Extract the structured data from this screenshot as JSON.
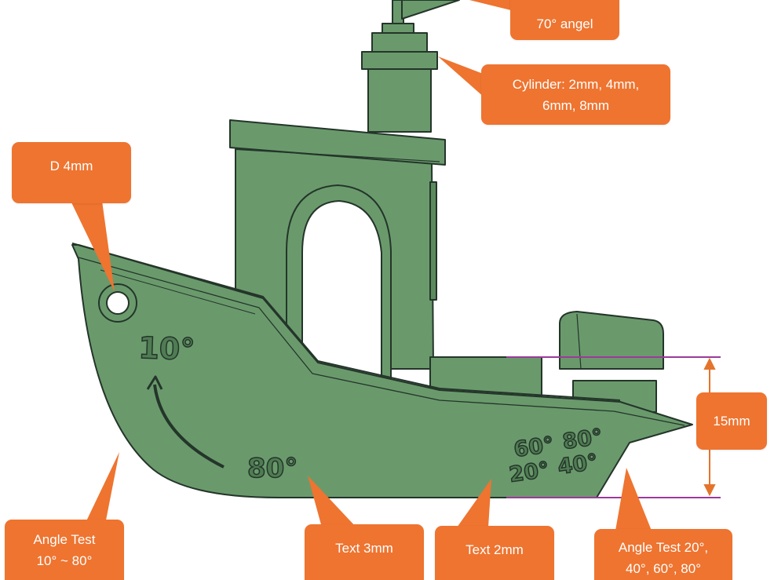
{
  "colors": {
    "hull": "#6a9a6c",
    "hull_dark": "#5b8a5d",
    "outline": "#24352a",
    "callout": "#ee7430",
    "callout_text": "#ffffff",
    "guide_line": "#9b3a9b",
    "arrow": "#e4742c"
  },
  "callouts": {
    "top": "70° angel",
    "cylinder": "Cylinder: 2mm, 4mm,\n6mm, 8mm",
    "hole": "D 4mm",
    "height": "15mm",
    "angle_left": "Angle Test\n10° ~ 80°",
    "text3": "Text 3mm",
    "text2": "Text 2mm",
    "angle_right": "Angle Test 20°,\n40°, 60°, 80°"
  },
  "engraving": {
    "deg10": "10°",
    "deg80": "80°",
    "deg60": "60°",
    "deg80b": "80°",
    "deg20": "20°",
    "deg40": "40°"
  }
}
